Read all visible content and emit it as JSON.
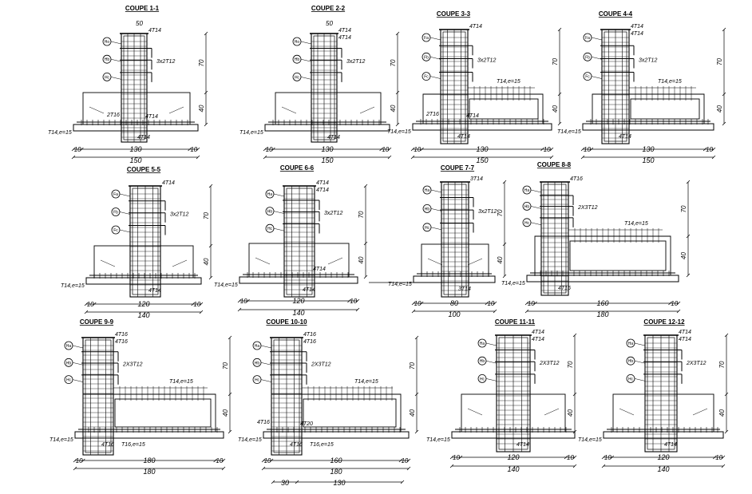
{
  "sections": [
    {
      "title": "COUPE 1-1",
      "cover": "50",
      "top": "4T14",
      "stirrup": "3x2T12",
      "col_bot": "2T16",
      "col_bot2": "4T14",
      "base": "T14,e=15",
      "base_bar": "4T14",
      "side": "10",
      "center": "130",
      "total": "150",
      "h1": "70",
      "h2": "40",
      "marks": [
        "Ho",
        "Hb",
        "Hc"
      ]
    },
    {
      "title": "COUPE 2-2",
      "cover": "50",
      "top": "4T14",
      "top2": "4T14",
      "stirrup": "3x2T12",
      "col_bot": "",
      "col_bot2": "",
      "base": "T14,e=15",
      "base_bar": "4T14",
      "side": "10",
      "center": "130",
      "total": "150",
      "h1": "70",
      "h2": "40",
      "marks": [
        "Ho",
        "Hb",
        "Hc"
      ]
    },
    {
      "title": "COUPE 3-3",
      "top": "4T14",
      "stirrup": "3x2T12",
      "beam": "T14,e=15",
      "col_bot": "2T16",
      "col_bot2": "4T14",
      "base": "T14,e=15",
      "base_bar": "4T14",
      "side": "10",
      "center": "130",
      "total": "150",
      "h1": "70",
      "h2": "40",
      "marks": [
        "Fa",
        "Fb",
        "Fc"
      ]
    },
    {
      "title": "COUPE 4-4",
      "top": "4T14",
      "top2": "4T14",
      "stirrup": "3x2T12",
      "beam": "T14,e=15",
      "base": "T14,e=15",
      "base_bar": "4T14",
      "side": "10",
      "center": "130",
      "total": "150",
      "h1": "70",
      "h2": "40",
      "marks": [
        "Fa",
        "Fb",
        "Fc"
      ]
    },
    {
      "title": "COUPE 5-5",
      "top": "4T14",
      "stirrup": "3x2T12",
      "base": "T14,e=15",
      "base_bar": "4T14",
      "side": "10",
      "center": "120",
      "total": "140",
      "h1": "70",
      "h2": "40",
      "marks": [
        "Fa",
        "Fb",
        "Fc"
      ]
    },
    {
      "title": "COUPE 6-6",
      "top": "4T14",
      "top2": "4T14",
      "stirrup": "3x2T12",
      "col_bot2": "4T14",
      "base": "T14,e=15",
      "base_bar": "4T14",
      "side": "10",
      "center": "120",
      "total": "140",
      "h1": "70",
      "h2": "40",
      "marks": [
        "Ha",
        "Hb",
        "Hc"
      ]
    },
    {
      "title": "COUPE 7-7",
      "top": "3T14",
      "stirrup": "3x2T12",
      "base": "T14,e=15",
      "base_bar": "3T14",
      "side": "10",
      "center": "80",
      "total": "100",
      "h1": "70",
      "h2": "40",
      "marks": [
        "Ha",
        "Hb",
        "Hc"
      ]
    },
    {
      "title": "COUPE 8-8",
      "top": "4T16",
      "stirrup": "2X3T12",
      "beam": "T14,e=15",
      "base": "T14,e=15",
      "base_bar": "4T16",
      "side": "10",
      "center": "160",
      "total": "180",
      "h1": "70",
      "h2": "40",
      "marks": [
        "Ha",
        "Hb",
        "Hc"
      ]
    },
    {
      "title": "COUPE 9-9",
      "top": "4T16",
      "top2": "4T16",
      "stirrup": "2X3T12",
      "beam": "T14,e=15",
      "base": "T14,e=15",
      "base_bar": "4T16",
      "base_bar2": "T16,e=15",
      "side": "10",
      "center": "180",
      "total": "180",
      "h1": "70",
      "h2": "40",
      "marks": [
        "Ha",
        "Hb",
        "Hc"
      ]
    },
    {
      "title": "COUPE 10-10",
      "top": "4T16",
      "top2": "4T16",
      "stirrup": "2X3T12",
      "beam": "T14,e=15",
      "col_bot": "4T16",
      "col_bot2": "4T20",
      "base": "T14,e=15",
      "base_bar": "4T16",
      "base_bar2": "T16,e=15",
      "side": "10",
      "center": "160",
      "total": "180",
      "h1": "70",
      "h2": "40",
      "extra_left": "30",
      "extra_right": "130",
      "marks": [
        "Ha",
        "Hb",
        "Hc"
      ]
    },
    {
      "title": "COUPE 11-11",
      "top": "4T14",
      "top2": "4T14",
      "stirrup": "2X3T12",
      "base": "T14,e=15",
      "base_bar": "4T14",
      "side": "10",
      "center": "120",
      "total": "140",
      "h1": "70",
      "h2": "40",
      "marks": [
        "Ha",
        "Hb",
        "Hc"
      ]
    },
    {
      "title": "COUPE 12-12",
      "top": "4T14",
      "top2": "4T14",
      "stirrup": "2X3T12",
      "base": "T14,e=15",
      "base_bar": "4T14",
      "side": "10",
      "center": "120",
      "total": "140",
      "h1": "70",
      "h2": "40",
      "marks": [
        "Ha",
        "Hb",
        "Hc"
      ]
    }
  ],
  "colors": {
    "line": "#000000",
    "background": "#ffffff"
  }
}
